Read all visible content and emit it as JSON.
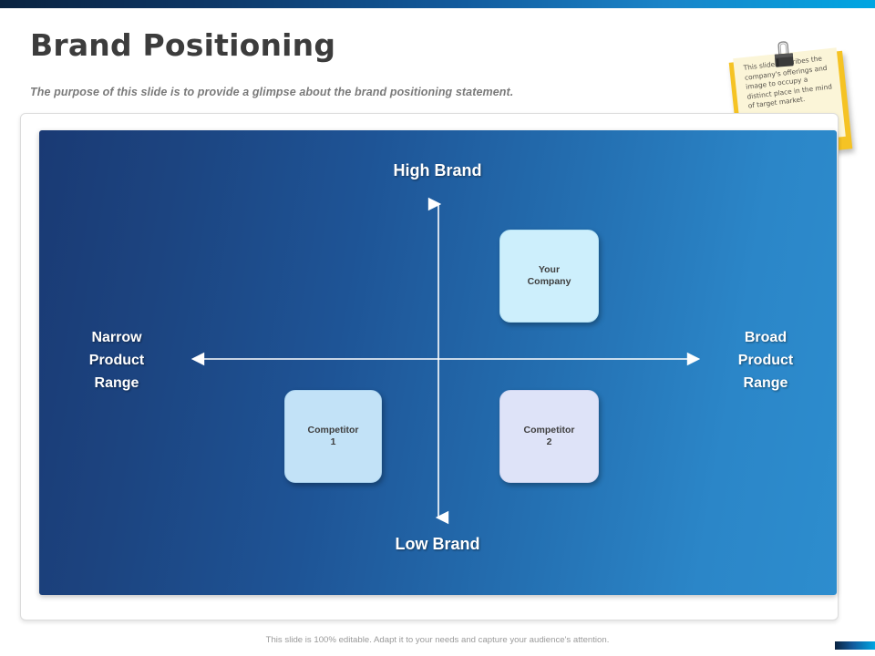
{
  "header": {
    "title": "Brand Positioning",
    "subtitle": "The purpose of this slide is to provide a glimpse about the brand positioning statement."
  },
  "sticky_note": {
    "text": "This slide describes the company's offerings and image to occupy a distinct place in the mind of target market.",
    "icon": "binder-clip-icon",
    "paper_color": "#fbf5d8",
    "accent_color": "#f5c324"
  },
  "matrix": {
    "axis_labels": {
      "top": "High Brand",
      "bottom": "Low Brand",
      "left": "Narrow\nProduct\nRange",
      "left_lines": [
        "Narrow",
        "Product",
        "Range"
      ],
      "right_lines": [
        "Broad",
        "Product",
        "Range"
      ]
    },
    "boxes": [
      {
        "id": "your-company",
        "lines": [
          "Your",
          "Company"
        ],
        "color": "#cdeffc",
        "quadrant": "upper-right"
      },
      {
        "id": "competitor-1",
        "lines": [
          "Competitor",
          "1"
        ],
        "color": "#c2e2f7",
        "quadrant": "lower-left"
      },
      {
        "id": "competitor-2",
        "lines": [
          "Competitor",
          "2"
        ],
        "color": "#dee3f8",
        "quadrant": "lower-right"
      }
    ],
    "panel_gradient_start": "#1a3a74",
    "panel_gradient_end": "#2d8dce"
  },
  "footer": {
    "note": "This slide is 100% editable. Adapt it to your needs and capture your audience's attention."
  },
  "topbar": {
    "gradient_start": "#0a2340",
    "gradient_end": "#00a6e2"
  }
}
